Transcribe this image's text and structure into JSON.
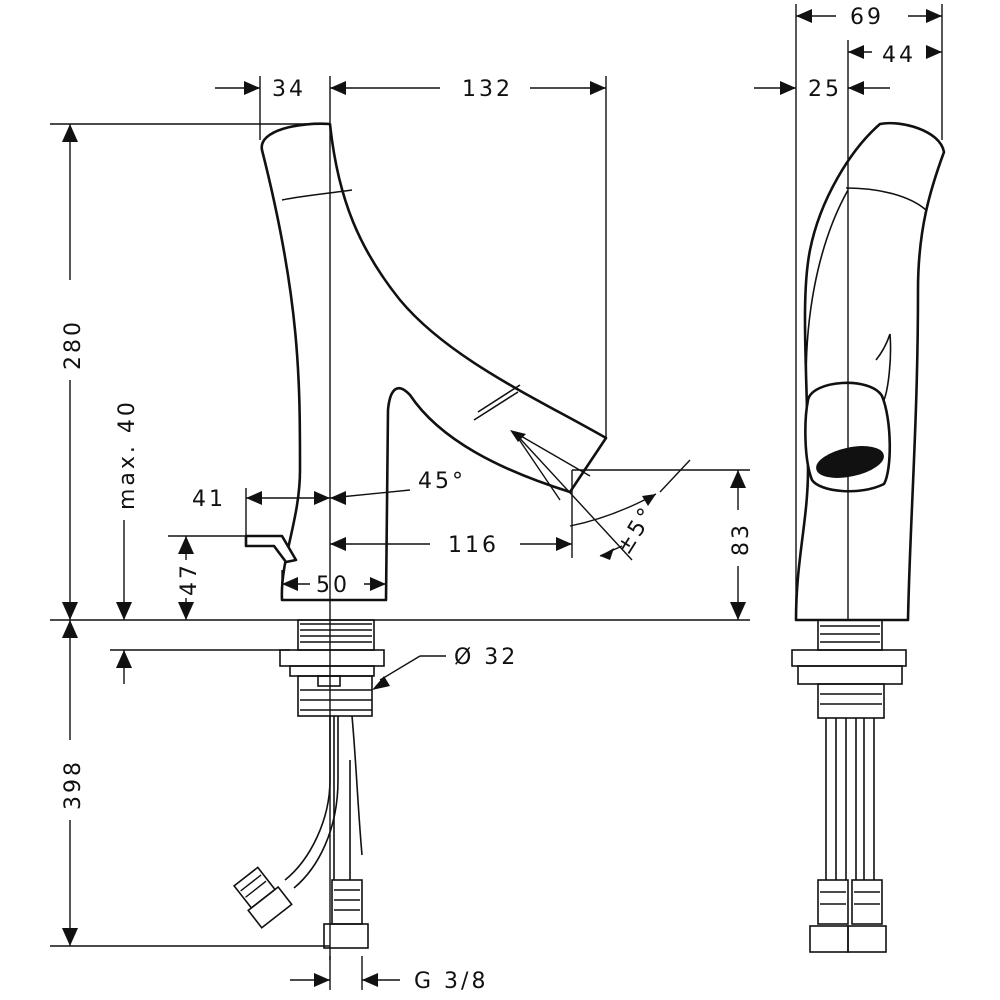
{
  "drawing": {
    "views": [
      "front-view",
      "side-view"
    ],
    "dimensions": {
      "d34": "34",
      "d132": "132",
      "d69": "69",
      "d44": "44",
      "d25": "25",
      "d280": "280",
      "max40": "max. 40",
      "d41": "41",
      "angle45": "45°",
      "d116": "116",
      "angle5": "±5°",
      "d83": "83",
      "d47": "47",
      "d50": "50",
      "d398": "398",
      "dia32": "Ø 32",
      "g38": "G 3/8"
    }
  }
}
